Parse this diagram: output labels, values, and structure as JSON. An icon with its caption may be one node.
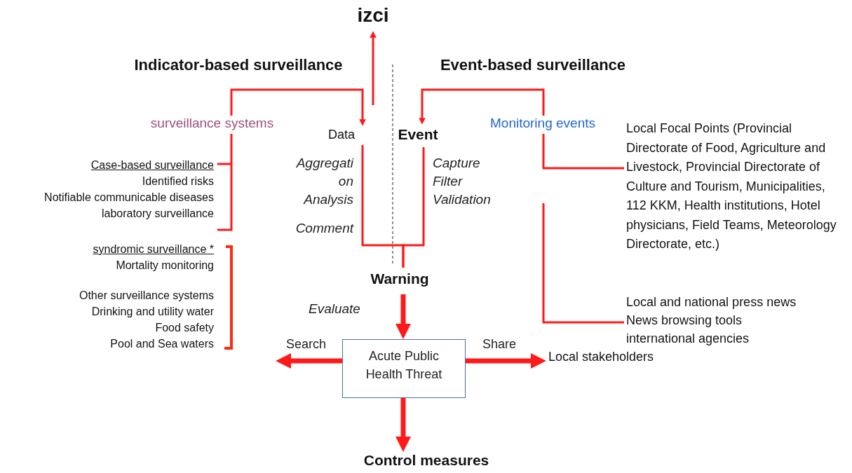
{
  "diagram": {
    "nodes": [
      {
        "text": [
          "izci"
        ]
      },
      {
        "text": [
          "Indicator-based surveillance"
        ]
      },
      {
        "text": [
          "Event-based surveillance"
        ]
      },
      {
        "text": [
          "surveillance systems"
        ]
      },
      {
        "text": [
          "Data"
        ]
      },
      {
        "text": [
          "Event"
        ]
      },
      {
        "text": [
          "Monitoring events"
        ]
      },
      {
        "text": [
          "Case-based surveillance",
          "Identified risks",
          "Notifiable communicable diseases",
          "laboratory surveillance"
        ]
      },
      {
        "text": [
          "syndromic surveillance *",
          "Mortality monitoring",
          "Other surveillance systems",
          "Drinking and utility water",
          "Food safety",
          "Pool and Sea waters"
        ]
      },
      {
        "text": [
          "Local Focal Points (Provincial Directorate of Food, Agriculture and Livestock, Provincial Directorate of Culture and Tourism, Municipalities, 112 KKM, Health institutions, Hotel physicians, Field Teams, Meteorology Directorate, etc.)"
        ]
      },
      {
        "text": [
          "Local and national press news",
          "News browsing tools",
          "international agencies"
        ]
      },
      {
        "text": [
          "Warning"
        ]
      },
      {
        "text": [
          "Acute Public Health Threat"
        ]
      },
      {
        "text": [
          "Control measures"
        ]
      },
      {
        "text": [
          "Local stakeholders"
        ]
      }
    ],
    "edges": [
      {
        "from": 3,
        "to": 4,
        "arrow": "to"
      },
      {
        "from": 7,
        "to": 3,
        "arrow": "none"
      },
      {
        "from": null,
        "to": 0,
        "arrow": "to"
      },
      {
        "from": 6,
        "to": 5,
        "arrow": "to"
      },
      {
        "from": 6,
        "to": 9,
        "arrow": "none"
      },
      {
        "from": null,
        "to": 10,
        "arrow": "none"
      },
      {
        "from": 4,
        "to": 11,
        "arrow": "none"
      },
      {
        "from": 5,
        "to": 11,
        "arrow": "none"
      },
      {
        "from": 11,
        "to": 12,
        "arrow": "to",
        "style": "thick"
      },
      {
        "from": 12,
        "to": null,
        "arrow": "to",
        "label": "Search",
        "style": "thick"
      },
      {
        "from": 12,
        "to": 14,
        "arrow": "to",
        "label": "Share",
        "style": "thick"
      },
      {
        "from": 12,
        "to": 13,
        "arrow": "to",
        "style": "thick"
      }
    ],
    "labels": [
      "Aggregati on",
      "Analysis",
      "Comment",
      "Capture",
      "Filter",
      "Validation",
      "Evaluate"
    ]
  }
}
